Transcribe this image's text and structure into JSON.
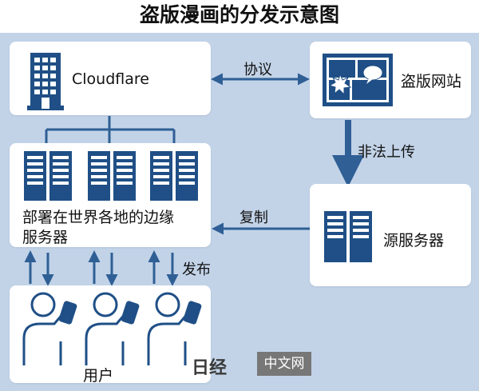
{
  "title": "盗版漫画的分发示意图",
  "nodes": {
    "cloudflare": "Cloudflare",
    "pirate_site": "盗版网站",
    "edge_servers_line1": "部署在世界各地的边缘",
    "edge_servers_line2": "服务器",
    "origin_server": "源服务器",
    "users": "用户"
  },
  "edges": {
    "agreement": "协议",
    "illegal_upload": "非法上传",
    "replicate": "复制",
    "distribute": "发布"
  },
  "watermark": {
    "mark": "日经",
    "text": "中文网"
  },
  "colors": {
    "background": "#c2d3e8",
    "accent": "#2f5f95",
    "icon": "#1f4f86",
    "box": "#ffffff"
  }
}
